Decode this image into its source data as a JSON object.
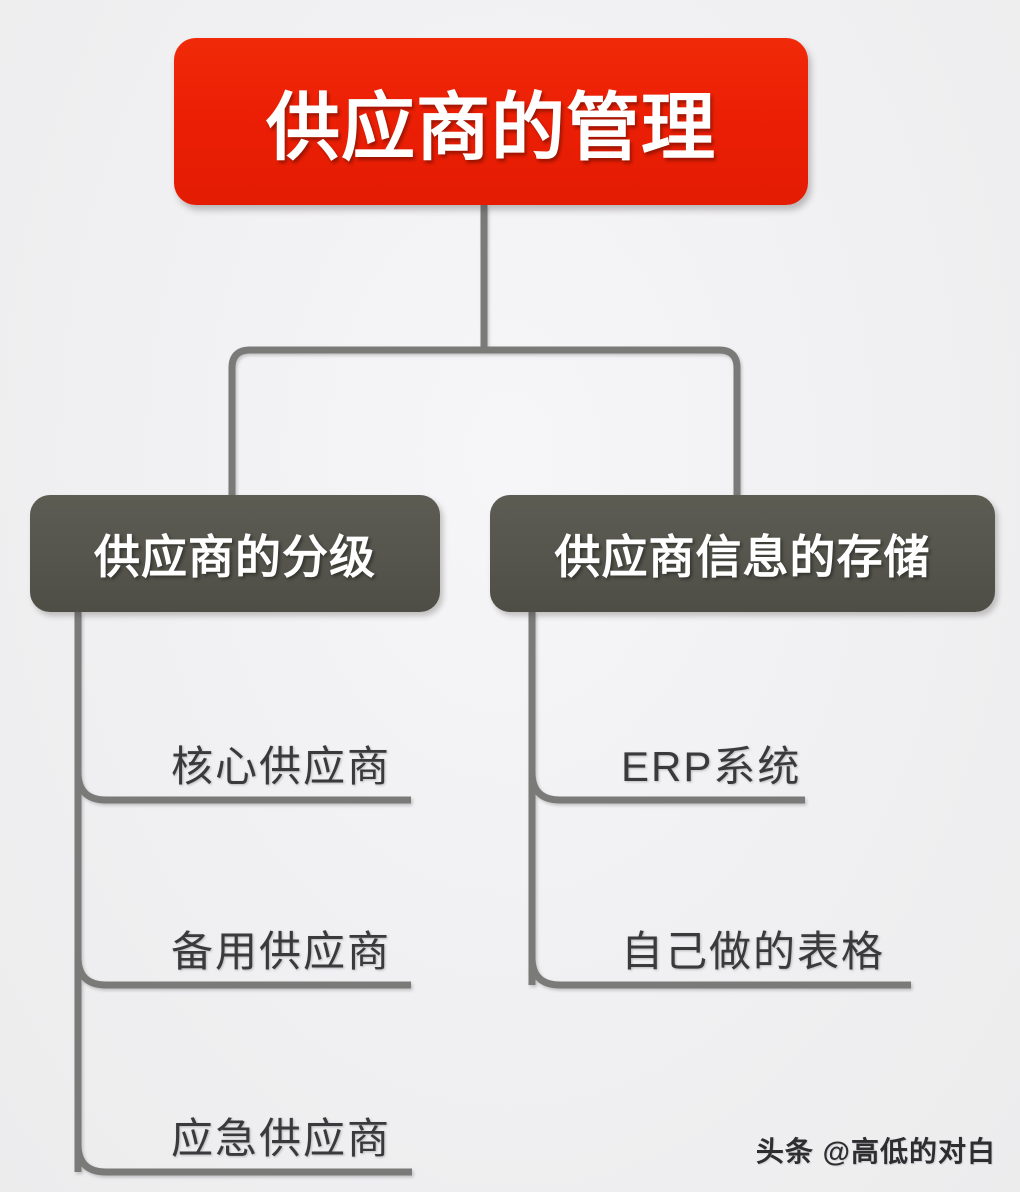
{
  "diagram": {
    "title": "供应商的管理",
    "root": {
      "label": "供应商的管理",
      "color": "#ED2006",
      "text_color": "#FFFFFF"
    },
    "branch_color": "#56564E",
    "connector_color": "#7A7A78",
    "background_color": "#F0F0F2",
    "leaf_text_color": "#3A3A3C",
    "branches": [
      {
        "label": "供应商的分级",
        "leaves": [
          {
            "label": "核心供应商"
          },
          {
            "label": "备用供应商"
          },
          {
            "label": "应急供应商"
          }
        ]
      },
      {
        "label": "供应商信息的存储",
        "leaves": [
          {
            "label": "ERP系统"
          },
          {
            "label": "自己做的表格"
          }
        ]
      }
    ]
  },
  "watermark": {
    "text": "头条 @高低的对白"
  }
}
